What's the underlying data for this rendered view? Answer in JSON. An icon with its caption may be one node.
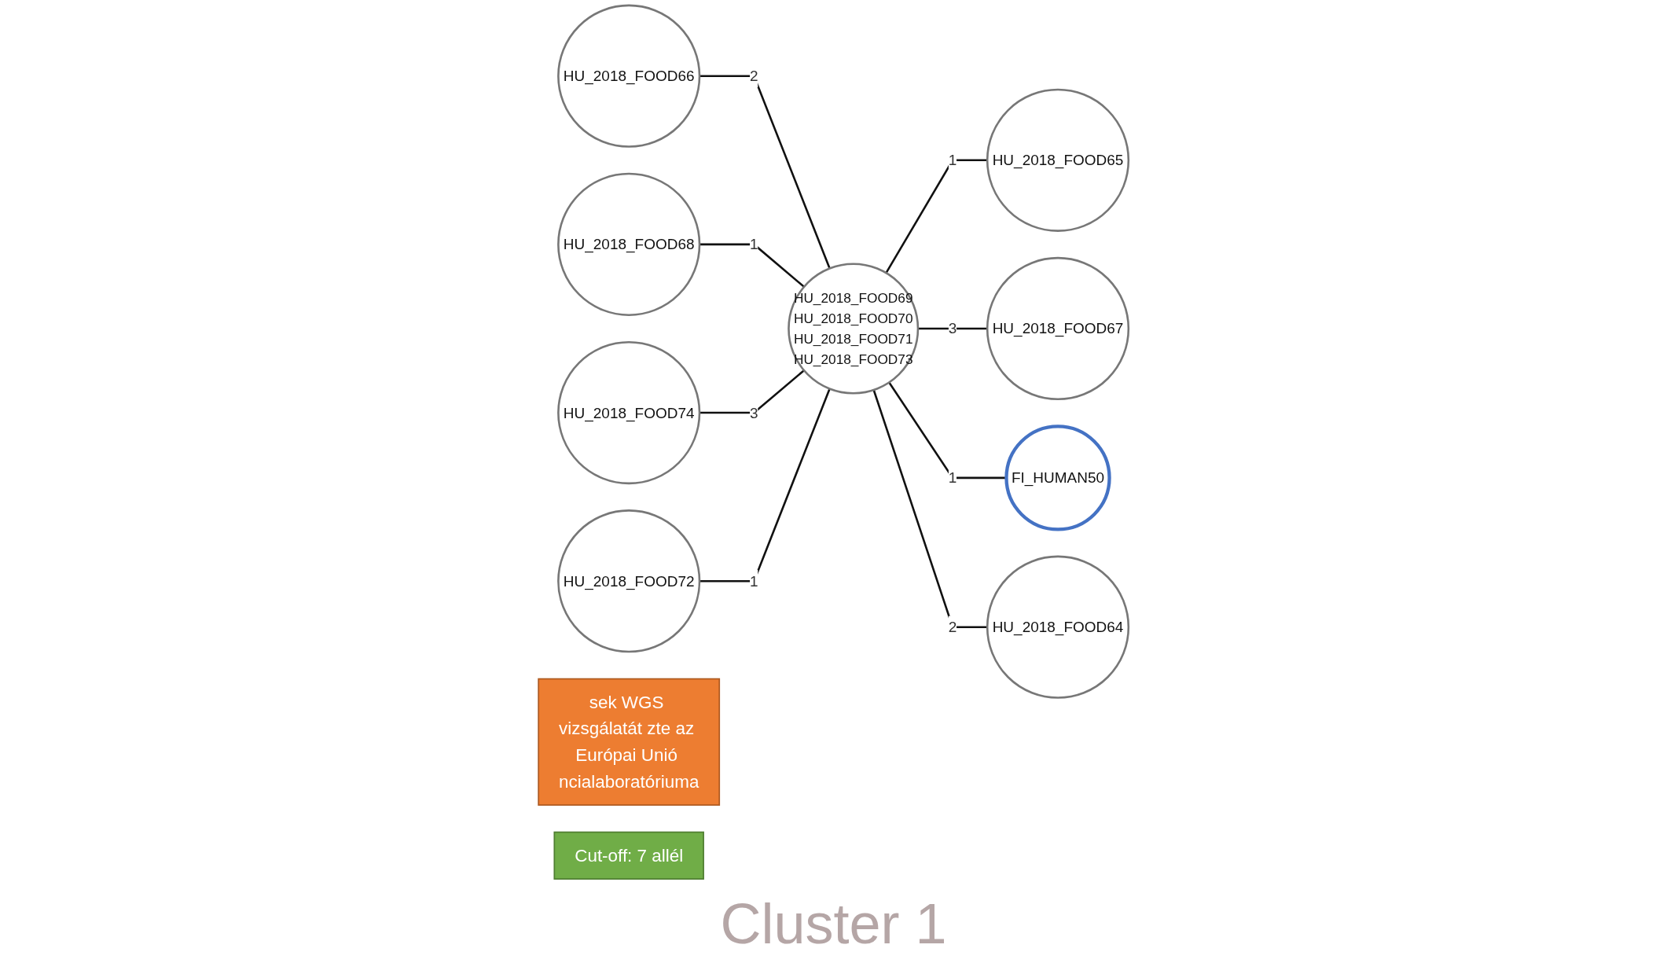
{
  "diagram": {
    "nodes": [
      {
        "text": [
          "HU_2018_FOOD66"
        ]
      },
      {
        "text": [
          "HU_2018_FOOD68"
        ]
      },
      {
        "text": [
          "HU_2018_FOOD65"
        ]
      },
      {
        "text": [
          "HU_2018_FOOD69",
          "HU_2018_FOOD70",
          "HU_2018_FOOD71",
          "HU_2018_FOOD73"
        ]
      },
      {
        "text": [
          "HU_2018_FOOD67"
        ]
      },
      {
        "text": [
          "HU_2018_FOOD74"
        ]
      },
      {
        "text": [
          "HU_2018_FOOD72"
        ]
      },
      {
        "text": [
          "HU_2018_FOOD64"
        ]
      },
      {
        "text": [
          "FI_HUMAN50"
        ]
      },
      {
        "text": [
          "sek WGS vizsgálatát zte az Európai Unió ncialaboratóriuma"
        ]
      },
      {
        "text": [
          "Cut-off: 7 allél"
        ]
      }
    ],
    "edges": [
      {
        "from": 0,
        "to": 3,
        "arrow": "none",
        "label": "2"
      },
      {
        "from": 1,
        "to": 3,
        "arrow": "none",
        "label": "1"
      },
      {
        "from": 3,
        "to": 2,
        "arrow": "none",
        "label": "1"
      },
      {
        "from": 3,
        "to": 4,
        "arrow": "none",
        "label": "3"
      },
      {
        "from": 5,
        "to": 3,
        "arrow": "none",
        "label": "3"
      },
      {
        "from": 6,
        "to": 3,
        "arrow": "none",
        "label": "1"
      },
      {
        "from": 3,
        "to": 8,
        "arrow": "none",
        "label": "1"
      },
      {
        "from": 3,
        "to": 7,
        "arrow": "none",
        "label": "2"
      }
    ],
    "labels": [
      "Cluster 1"
    ]
  }
}
